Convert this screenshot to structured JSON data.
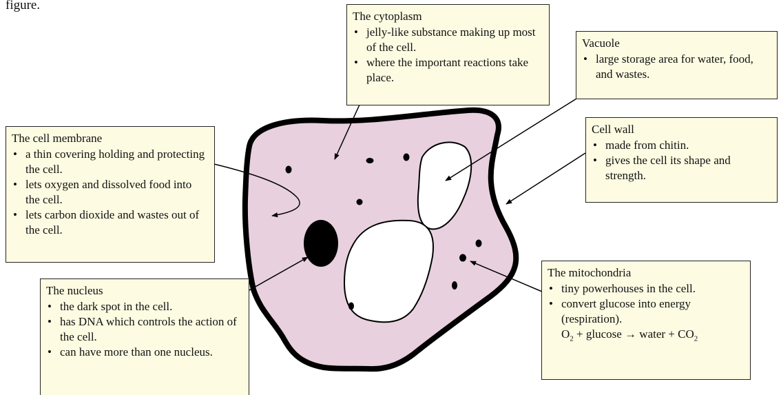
{
  "top_text": "figure.",
  "labels": {
    "cytoplasm": {
      "title": "The cytoplasm",
      "bullets": [
        "jelly-like substance making up most of the cell.",
        "where the important reactions take place."
      ]
    },
    "vacuole": {
      "title": "Vacuole",
      "bullets": [
        "large storage area for water, food, and wastes."
      ]
    },
    "membrane": {
      "title": "The cell membrane",
      "bullets": [
        "a thin covering holding and protecting the cell.",
        "lets oxygen and dissolved food into the cell.",
        "lets carbon dioxide and wastes out of the cell."
      ]
    },
    "cell_wall": {
      "title": "Cell wall",
      "bullets": [
        "made from chitin.",
        "gives the cell its shape and strength."
      ]
    },
    "mitochondria": {
      "title": "The mitochondria",
      "bullets": [
        "tiny powerhouses in the cell.",
        "convert glucose into energy (respiration)."
      ],
      "equation": {
        "o": "O",
        "o_sub": "2",
        "mid": " + glucose → water + CO",
        "co_sub": "2"
      }
    },
    "nucleus": {
      "title": "The nucleus",
      "bullets": [
        "the dark spot in the cell.",
        "has DNA which controls the action of the cell.",
        "can have more than one nucleus."
      ]
    }
  },
  "colors": {
    "cytoplasm_fill": "#e8d0de",
    "label_box_fill": "#fdfbe2",
    "outline": "#000000"
  }
}
